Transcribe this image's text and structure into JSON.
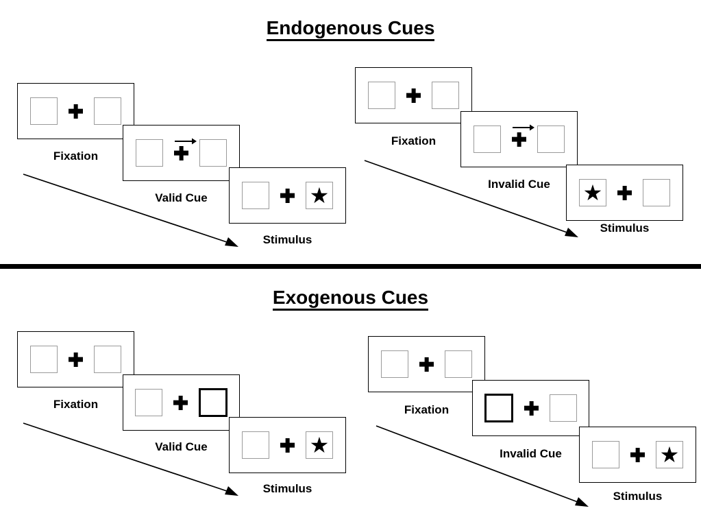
{
  "figure": {
    "title_endogenous": "Endogenous Cues",
    "title_exogenous": "Exogenous Cues",
    "colors": {
      "ink": "#000000",
      "box_border": "#9a9a9a",
      "cued_box_border": "#000000",
      "background": "#ffffff"
    }
  },
  "sections": [
    {
      "id": "endogenous",
      "title": "Endogenous Cues",
      "cue_type": "central arrow pointing toward a peripheral box",
      "columns": [
        {
          "id": "endogenous-valid",
          "condition": "Valid",
          "panels": [
            {
              "caption": "Fixation",
              "cue": "none",
              "cued_side": "none",
              "target_side": "none"
            },
            {
              "caption": "Valid Cue",
              "cue": "arrow-right",
              "cued_side": "right",
              "target_side": "none"
            },
            {
              "caption": "Stimulus",
              "cue": "none",
              "cued_side": "none",
              "target_side": "right"
            }
          ]
        },
        {
          "id": "endogenous-invalid",
          "condition": "Invalid",
          "panels": [
            {
              "caption": "Fixation",
              "cue": "none",
              "cued_side": "none",
              "target_side": "none"
            },
            {
              "caption": "Invalid Cue",
              "cue": "arrow-right",
              "cued_side": "right",
              "target_side": "none"
            },
            {
              "caption": "Stimulus",
              "cue": "none",
              "cued_side": "none",
              "target_side": "left"
            }
          ]
        }
      ]
    },
    {
      "id": "exogenous",
      "title": "Exogenous Cues",
      "cue_type": "peripheral box flash (thickened outline)",
      "columns": [
        {
          "id": "exogenous-valid",
          "condition": "Valid",
          "panels": [
            {
              "caption": "Fixation",
              "cue": "none",
              "cued_side": "none",
              "target_side": "none"
            },
            {
              "caption": "Valid Cue",
              "cue": "box-highlight",
              "cued_side": "right",
              "target_side": "none"
            },
            {
              "caption": "Stimulus",
              "cue": "none",
              "cued_side": "none",
              "target_side": "right"
            }
          ]
        },
        {
          "id": "exogenous-invalid",
          "condition": "Invalid",
          "panels": [
            {
              "caption": "Fixation",
              "cue": "none",
              "cued_side": "none",
              "target_side": "none"
            },
            {
              "caption": "Invalid Cue",
              "cue": "box-highlight",
              "cued_side": "left",
              "target_side": "none"
            },
            {
              "caption": "Stimulus",
              "cue": "none",
              "cued_side": "none",
              "target_side": "right"
            }
          ]
        }
      ]
    }
  ],
  "glyphs": {
    "star": "★",
    "fixation_cross": "plus-shape",
    "time_arrow": "diagonal arrow indicating passage of time"
  },
  "captions": {
    "fixation": "Fixation",
    "valid_cue": "Valid Cue",
    "invalid_cue": "Invalid Cue",
    "stimulus": "Stimulus"
  }
}
